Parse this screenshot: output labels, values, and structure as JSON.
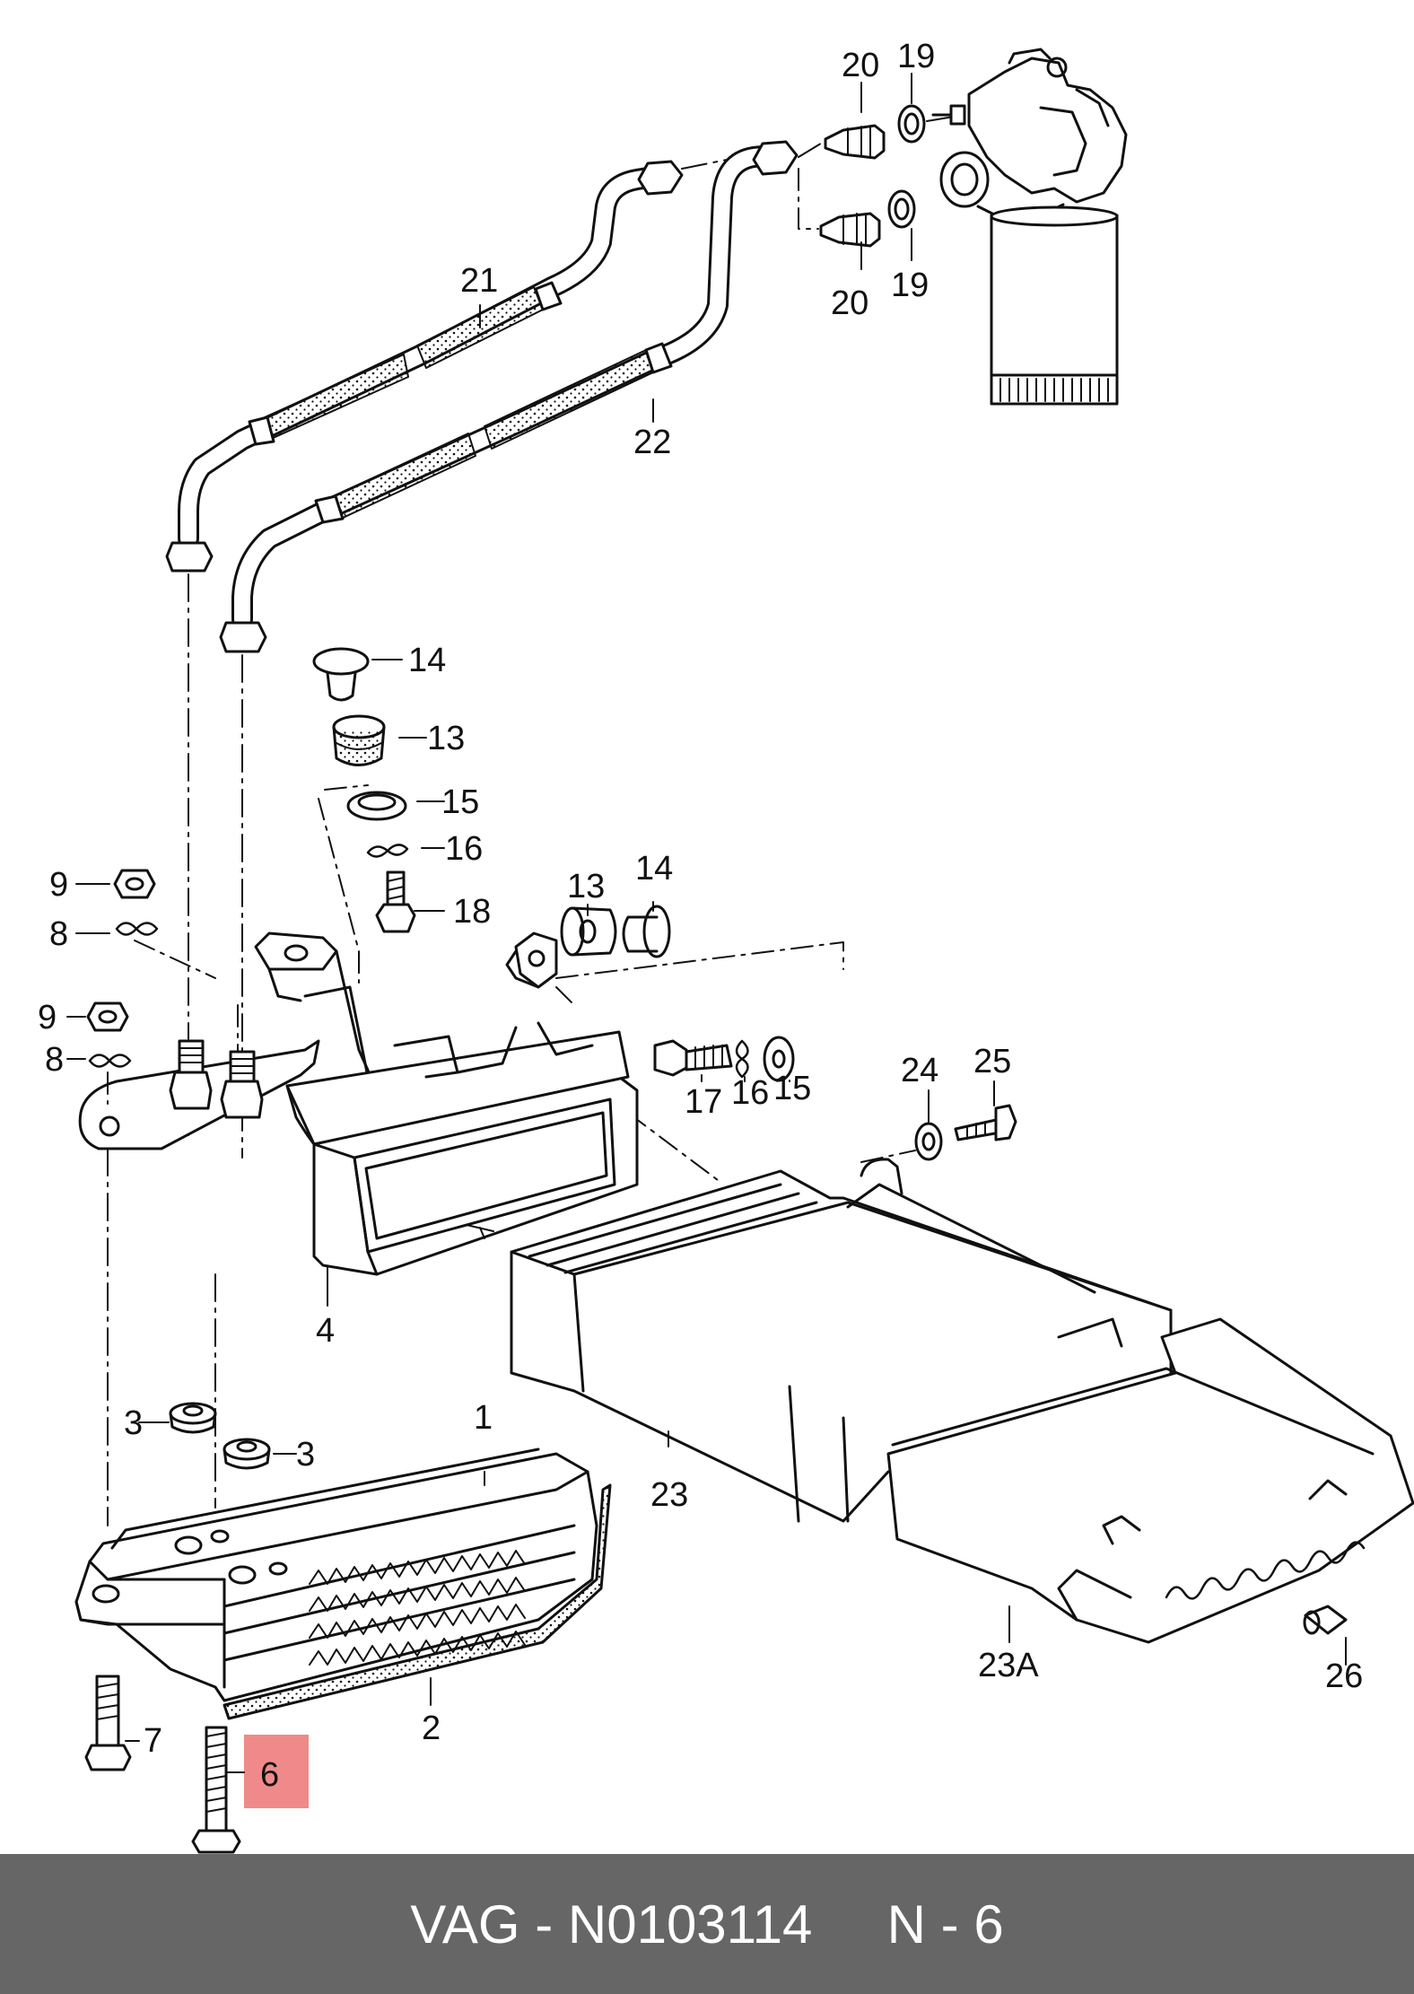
{
  "diagram": {
    "highlight_color": "#f08a8a",
    "highlighted_part": "6",
    "labels": {
      "p20a": "20",
      "p19a": "19",
      "p20b": "20",
      "p19b": "19",
      "p21": "21",
      "p22": "22",
      "p14a": "14",
      "p13a": "13",
      "p15a": "15",
      "p16a": "16",
      "p18": "18",
      "p13b": "13",
      "p14b": "14",
      "p9a": "9",
      "p8a": "8",
      "p9b": "9",
      "p8b": "8",
      "p17": "17",
      "p16b": "16",
      "p15b": "15",
      "p24": "24",
      "p25": "25",
      "p4": "4",
      "p3a": "3",
      "p3b": "3",
      "p1": "1",
      "p23": "23",
      "p23A": "23A",
      "p26": "26",
      "p7": "7",
      "p6": "6",
      "p2": "2"
    }
  },
  "footer": {
    "background": "#666666",
    "text": "VAG - N0103114     N - 6"
  }
}
